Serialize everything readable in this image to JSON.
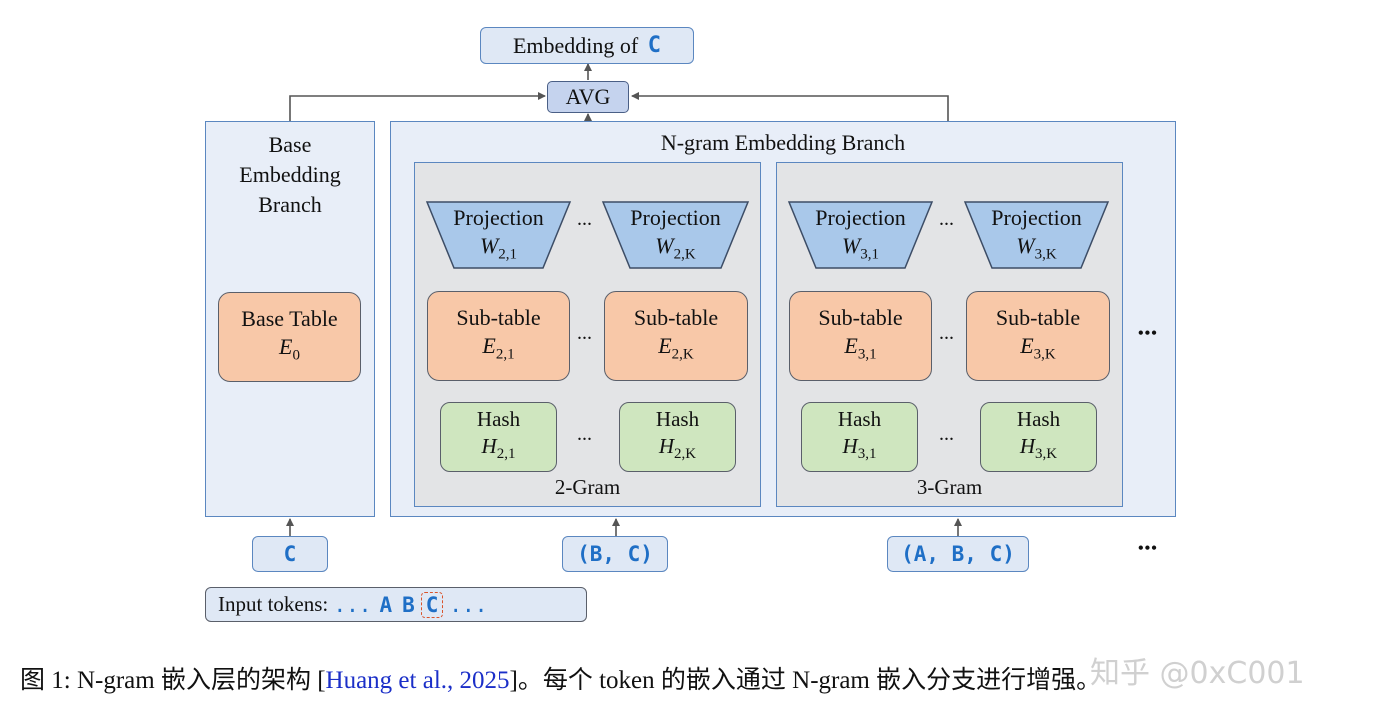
{
  "output": {
    "prefix": "Embedding of ",
    "token": "C"
  },
  "avg_label": "AVG",
  "base_branch": {
    "title": "Base Embedding Branch",
    "title_lines": [
      "Base",
      "Embedding",
      "Branch"
    ],
    "table_label": "Base Table",
    "table_symbol": "E",
    "table_sub": "0"
  },
  "ngram_branch": {
    "title": "N-gram Embedding Branch"
  },
  "grams": [
    {
      "label": "2-Gram",
      "projection_label": "Projection",
      "proj": [
        {
          "sym": "W",
          "sub": "2,1"
        },
        {
          "sym": "W",
          "sub": "2,K"
        }
      ],
      "subtable_label": "Sub-table",
      "sub": [
        {
          "sym": "E",
          "sub": "2,1"
        },
        {
          "sym": "E",
          "sub": "2,K"
        }
      ],
      "hash_label": "Hash",
      "hash": [
        {
          "sym": "H",
          "sub": "2,1"
        },
        {
          "sym": "H",
          "sub": "2,K"
        }
      ]
    },
    {
      "label": "3-Gram",
      "projection_label": "Projection",
      "proj": [
        {
          "sym": "W",
          "sub": "3,1"
        },
        {
          "sym": "W",
          "sub": "3,K"
        }
      ],
      "subtable_label": "Sub-table",
      "sub": [
        {
          "sym": "E",
          "sub": "3,1"
        },
        {
          "sym": "E",
          "sub": "3,K"
        }
      ],
      "hash_label": "Hash",
      "hash": [
        {
          "sym": "H",
          "sub": "3,1"
        },
        {
          "sym": "H",
          "sub": "3,K"
        }
      ]
    }
  ],
  "ellipsis": "...",
  "ellipsis_big": "•••",
  "inputs": {
    "base": "C",
    "bigram": "(B, C)",
    "trigram": "(A, B, C)"
  },
  "input_tokens": {
    "label": "Input tokens: ",
    "lead": "...",
    "tokens": [
      "A",
      "B"
    ],
    "current": "C",
    "trail": "..."
  },
  "caption": {
    "prefix": "图 1: N-gram 嵌入层的架构 [",
    "cite": "Huang et al., 2025",
    "suffix": "]。每个 token 的嵌入通过 N-gram 嵌入分支进行增强。"
  },
  "watermark": "知乎 @0xC001",
  "colors": {
    "accent_blue": "#1f6fc6",
    "projection_fill": "#a9c8ea",
    "subtable_fill": "#f8c8a8",
    "hash_fill": "#cfe6bf",
    "panel_fill": "#e8eef8",
    "gram_fill": "#e3e4e6"
  }
}
